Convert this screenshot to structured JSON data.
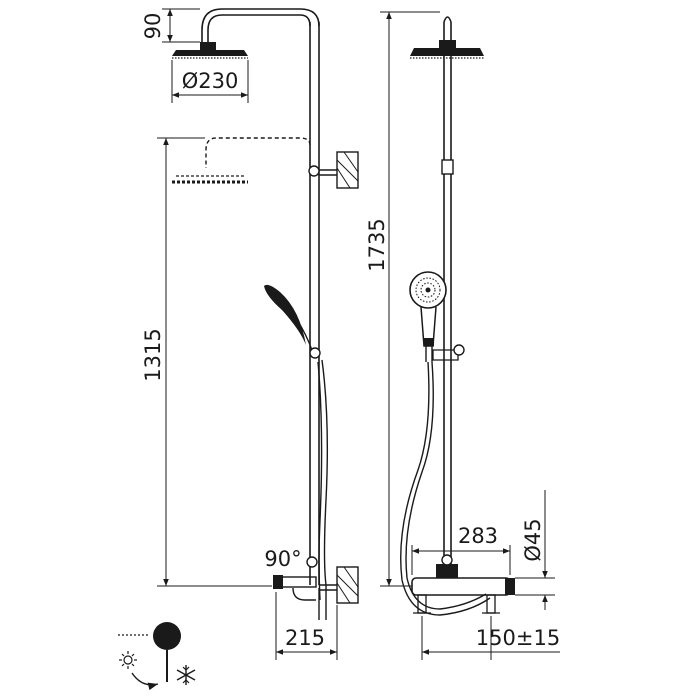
{
  "diagram": {
    "labels": {
      "head_height": "90",
      "head_diameter": "Ø230",
      "rail_height": "1315",
      "total_height": "1735",
      "mixer_angle": "90°",
      "spout_projection": "215",
      "arm_reach": "283",
      "pipe_diameter": "Ø45",
      "inlet_centers": "150±15"
    },
    "icons": [
      "hot-sun-icon",
      "cold-snowflake-icon",
      "rotate-arrow-icon",
      "mixer-handle-icon"
    ],
    "colors": {
      "line": "#1a1a1a",
      "background": "#ffffff"
    }
  }
}
